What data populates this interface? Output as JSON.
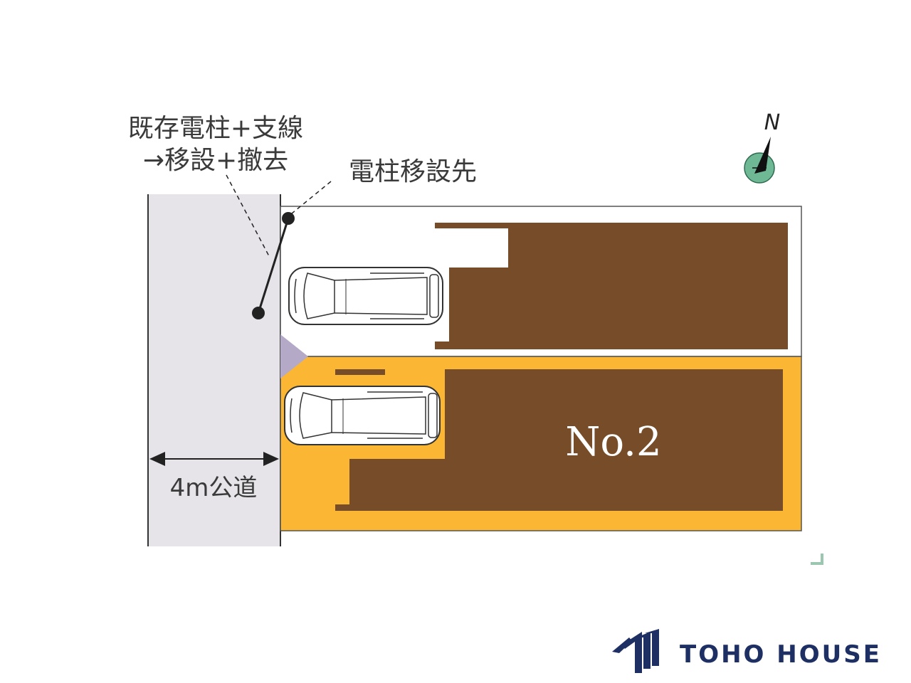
{
  "annotations": {
    "existing_pole_line1": "既存電柱+支線",
    "existing_pole_line2": "→移設+撤去",
    "pole_destination": "電柱移設先",
    "road": "4m公道"
  },
  "compass": {
    "north": "N"
  },
  "lots": {
    "lot2_label": "No.2"
  },
  "brand": {
    "name": "TOHO HOUSE"
  },
  "colors": {
    "road": "#e6e4e8",
    "building": "#774d29",
    "lot_highlight": "#fbb733",
    "corner_cut": "#b4aac8",
    "brand": "#1d2f63",
    "compass_fill": "#6fb896"
  }
}
